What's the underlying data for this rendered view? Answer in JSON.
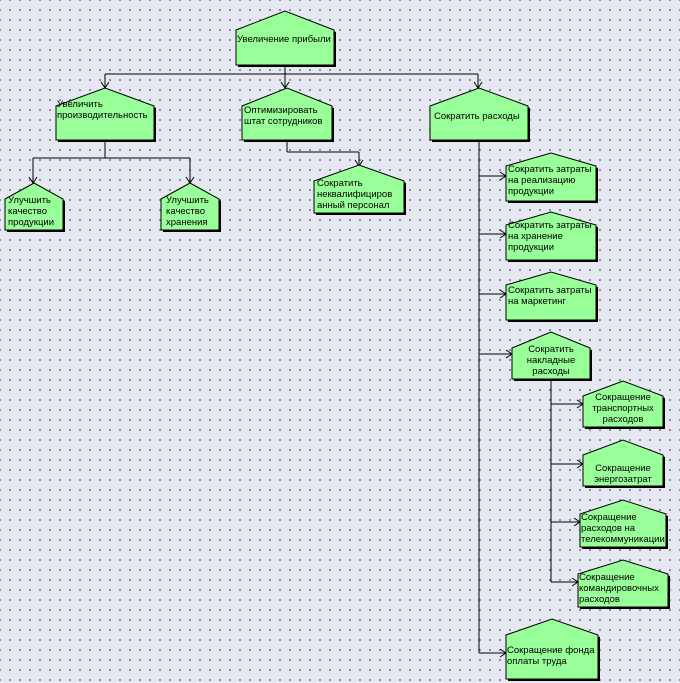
{
  "diagram": {
    "colors": {
      "node_fill": "#99ff99",
      "node_stroke": "#000000",
      "edge": "#000000"
    },
    "nodes": [
      {
        "id": "root",
        "lines": [
          "Увеличение прибыли"
        ]
      },
      {
        "id": "productivity",
        "lines": [
          "Увеличить",
          "производительность"
        ]
      },
      {
        "id": "staff",
        "lines": [
          "Оптимизировать",
          "штат сотрудников"
        ]
      },
      {
        "id": "costs",
        "lines": [
          "Сократить расходы"
        ]
      },
      {
        "id": "quality-product",
        "lines": [
          "Улучшить",
          "качество",
          "продукции"
        ]
      },
      {
        "id": "quality-storage",
        "lines": [
          "Улучшить",
          "качество",
          "хранения"
        ]
      },
      {
        "id": "unskilled",
        "lines": [
          "Сократить",
          "неквалифициров",
          "анный персонал"
        ]
      },
      {
        "id": "sales-costs",
        "lines": [
          "Сократить затраты",
          "на реализацию",
          "продукции"
        ]
      },
      {
        "id": "storage-costs",
        "lines": [
          "Сократить затраты",
          "на хранение",
          "продукции"
        ]
      },
      {
        "id": "marketing-costs",
        "lines": [
          "Сократить затраты",
          "на маркетинг"
        ]
      },
      {
        "id": "overhead",
        "lines": [
          "Сократить",
          "накладные",
          "расходы"
        ]
      },
      {
        "id": "transport",
        "lines": [
          "Сокращение",
          "транспортных",
          "расходов"
        ]
      },
      {
        "id": "energy",
        "lines": [
          "Сокращение",
          "энергозатрат"
        ]
      },
      {
        "id": "telecom",
        "lines": [
          "Сокращение",
          "расходов на",
          "телекоммуникации"
        ]
      },
      {
        "id": "travel",
        "lines": [
          "Сокращение",
          "командировочных",
          "расходов"
        ]
      },
      {
        "id": "payroll",
        "lines": [
          "Сокращение фонда",
          "оплаты труда"
        ]
      }
    ]
  }
}
